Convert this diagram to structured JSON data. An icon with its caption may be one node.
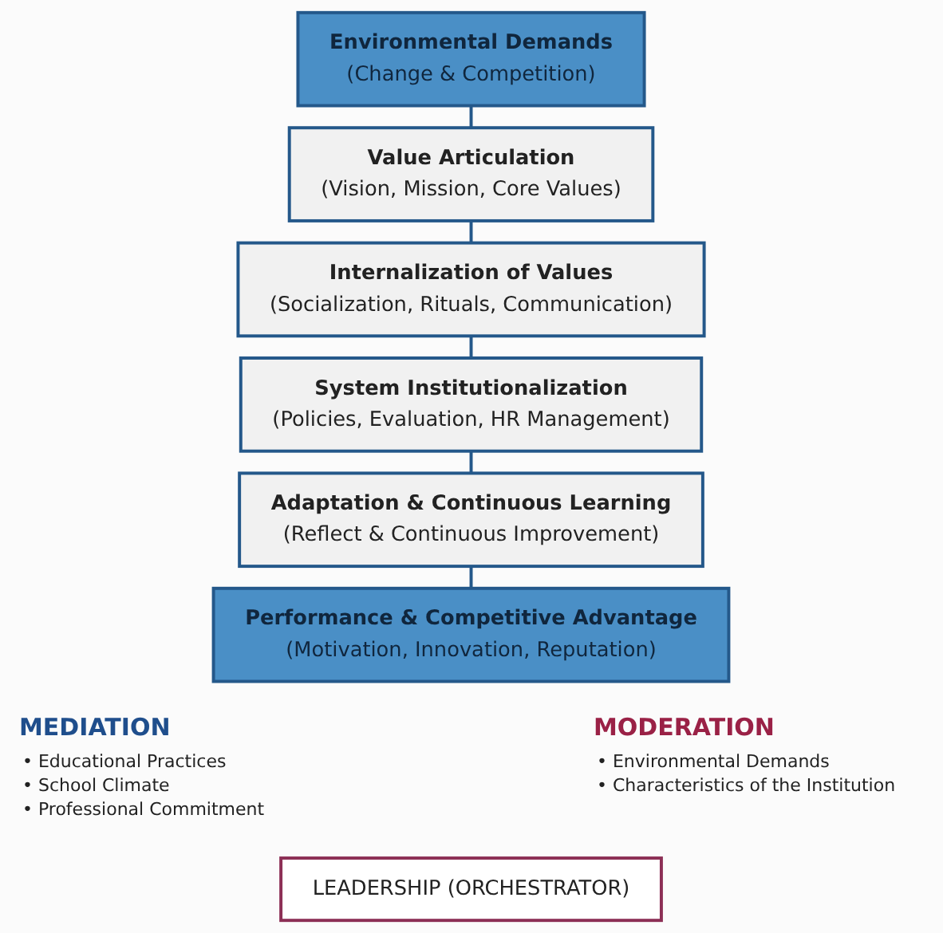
{
  "diagram": {
    "nodes": [
      {
        "text": [
          "Environmental Demands",
          "(Change & Competition)"
        ]
      },
      {
        "text": [
          "Value Articulation",
          "(Vision, Mission, Core Values)"
        ]
      },
      {
        "text": [
          "Internalization of Values",
          "(Socialization, Rituals, Communication)"
        ]
      },
      {
        "text": [
          "System Institutionalization",
          "(Policies, Evaluation, HR Management)"
        ]
      },
      {
        "text": [
          "Adaptation & Continuous Learning",
          "(Reflect & Continuous Improvement)"
        ]
      },
      {
        "text": [
          "Performance & Competitive Advantage",
          "(Motivation, Innovation, Reputation)"
        ]
      },
      {
        "text": [
          "LEADERSHIP (ORCHESTRATOR)"
        ]
      }
    ],
    "edges": [
      {
        "from": 0,
        "to": 1,
        "arrow": "none"
      },
      {
        "from": 1,
        "to": 2,
        "arrow": "none"
      },
      {
        "from": 2,
        "to": 3,
        "arrow": "none"
      },
      {
        "from": 3,
        "to": 4,
        "arrow": "none"
      },
      {
        "from": 4,
        "to": 5,
        "arrow": "none"
      }
    ],
    "labels": [
      "MEDIATION",
      "• Educational Practices",
      "• School Climate",
      "• Professional Commitment",
      "MODERATION",
      "• Environmental Demands",
      "• Characteristics of the Institution"
    ]
  }
}
